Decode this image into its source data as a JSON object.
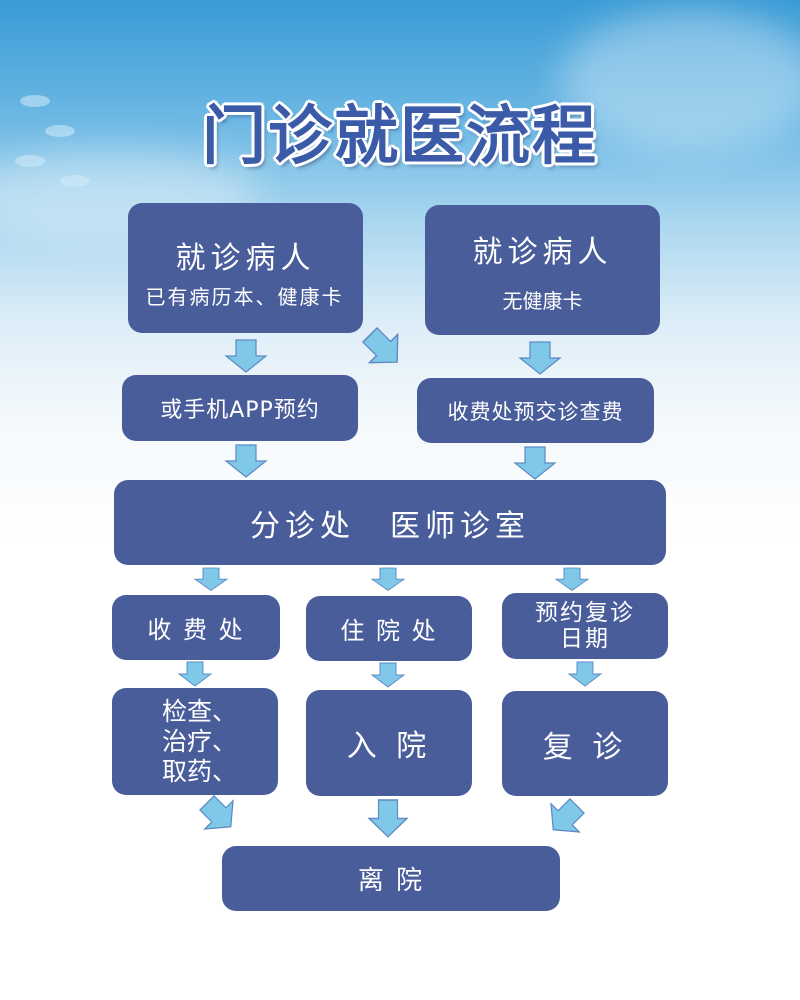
{
  "title": "门诊就医流程",
  "colors": {
    "box": "#495d9b",
    "arrow": "#80c8e8",
    "title": "#3b5aa8"
  },
  "nodes": {
    "patient_with_card": {
      "title": "就诊病人",
      "subtitle": "已有病历本、健康卡"
    },
    "patient_no_card": {
      "title": "就诊病人",
      "subtitle": "无健康卡"
    },
    "app_booking": "或手机APP预约",
    "prepay": "收费处预交诊查费",
    "triage": "分诊处　医师诊室",
    "cashier": "收 费 处",
    "admission_office": "住 院 处",
    "followup_booking": "预约复诊日期",
    "exam": [
      "检查、",
      "治疗、",
      "取药、"
    ],
    "admit": "入 院",
    "followup": "复 诊",
    "discharge": "离 院"
  }
}
